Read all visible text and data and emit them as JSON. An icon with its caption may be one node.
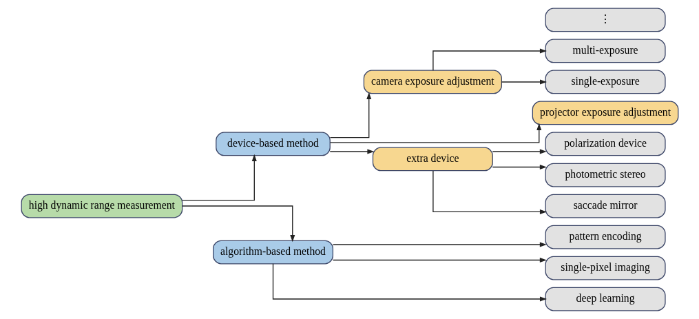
{
  "diagram": {
    "nodes": [
      {
        "text": [
          "high dynamic range measurement"
        ]
      },
      {
        "text": [
          "device-based method"
        ]
      },
      {
        "text": [
          "algorithm-based method"
        ]
      },
      {
        "text": [
          "camera exposure adjustment"
        ]
      },
      {
        "text": [
          "projector exposure adjustment"
        ]
      },
      {
        "text": [
          "extra device"
        ]
      },
      {
        "text": [
          "multi-exposure"
        ]
      },
      {
        "text": [
          "single-exposure"
        ]
      },
      {
        "text": [
          "polarization device"
        ]
      },
      {
        "text": [
          "photometric stereo"
        ]
      },
      {
        "text": [
          "saccade mirror"
        ]
      },
      {
        "text": [
          "pattern encoding"
        ]
      },
      {
        "text": [
          "single-pixel imaging"
        ]
      },
      {
        "text": [
          "deep learning"
        ]
      },
      {
        "text": [
          "⋮"
        ]
      }
    ],
    "edges": [
      {
        "from": 0,
        "to": 1,
        "arrow": "to"
      },
      {
        "from": 0,
        "to": 2,
        "arrow": "to"
      },
      {
        "from": 1,
        "to": 3,
        "arrow": "to"
      },
      {
        "from": 1,
        "to": 4,
        "arrow": "to"
      },
      {
        "from": 1,
        "to": 5,
        "arrow": "to"
      },
      {
        "from": 3,
        "to": 6,
        "arrow": "to"
      },
      {
        "from": 3,
        "to": 7,
        "arrow": "to"
      },
      {
        "from": 5,
        "to": 8,
        "arrow": "to"
      },
      {
        "from": 5,
        "to": 9,
        "arrow": "to"
      },
      {
        "from": 5,
        "to": 10,
        "arrow": "to"
      },
      {
        "from": 2,
        "to": 11,
        "arrow": "to"
      },
      {
        "from": 2,
        "to": 12,
        "arrow": "to"
      },
      {
        "from": 2,
        "to": 13,
        "arrow": "to"
      }
    ]
  }
}
